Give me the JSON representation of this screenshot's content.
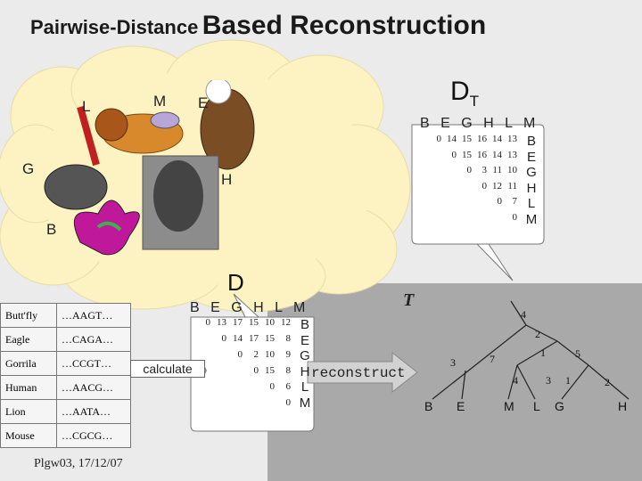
{
  "title": {
    "part1": "Pairwise-Distance",
    "part2": "Based Reconstruction"
  },
  "cloud": {
    "animals": [
      "L",
      "M",
      "E",
      "G",
      "H",
      "B"
    ]
  },
  "dt": {
    "label": "D",
    "sub": "T",
    "header": [
      "B",
      "E",
      "G",
      "H",
      "L",
      "M"
    ],
    "rows": [
      [
        "0",
        "14",
        "15",
        "16",
        "14",
        "13"
      ],
      [
        "",
        "0",
        "15",
        "16",
        "14",
        "13"
      ],
      [
        "",
        "",
        "0",
        "3",
        "11",
        "10"
      ],
      [
        "",
        "",
        "",
        "0",
        "12",
        "11"
      ],
      [
        "",
        "",
        "",
        "",
        "0",
        "7"
      ],
      [
        "",
        "",
        "",
        "",
        "",
        "0"
      ]
    ]
  },
  "d": {
    "label": "D",
    "header": [
      "B",
      "E",
      "G",
      "H",
      "L",
      "M"
    ],
    "rows": [
      [
        "0",
        "13",
        "17",
        "15",
        "10",
        "12"
      ],
      [
        "",
        "0",
        "14",
        "17",
        "15",
        "8"
      ],
      [
        "",
        "",
        "0",
        "2",
        "10",
        "9"
      ],
      [
        "",
        "",
        "",
        "0",
        "15",
        "8"
      ],
      [
        "",
        "",
        "",
        "",
        "0",
        "6"
      ],
      [
        "",
        "",
        "",
        "",
        "",
        "0"
      ]
    ]
  },
  "sequences": [
    {
      "name": "Butt'fly",
      "seq": "…AAGT…"
    },
    {
      "name": "Eagle",
      "seq": "…CAGA…"
    },
    {
      "name": "Gorrila",
      "seq": "…CCGT…"
    },
    {
      "name": "Human",
      "seq": "…AACG…"
    },
    {
      "name": "Lion",
      "seq": "…AATA…"
    },
    {
      "name": "Mouse",
      "seq": "…CGCG…"
    }
  ],
  "calculate_label": "calculate",
  "reconstruct_label": "reconstruct",
  "tree": {
    "label": "T",
    "leaves": [
      "B",
      "E",
      "M",
      "L",
      "G",
      "H"
    ],
    "weights": [
      "4",
      "2",
      "3",
      "7",
      "1",
      "5",
      "4",
      "3",
      "1",
      "2"
    ]
  },
  "footer": "Plgw03, 17/12/07",
  "colors": {
    "cloud": "#fdf3c2",
    "panel": "#a8a8a8",
    "background": "#ebebeb"
  }
}
